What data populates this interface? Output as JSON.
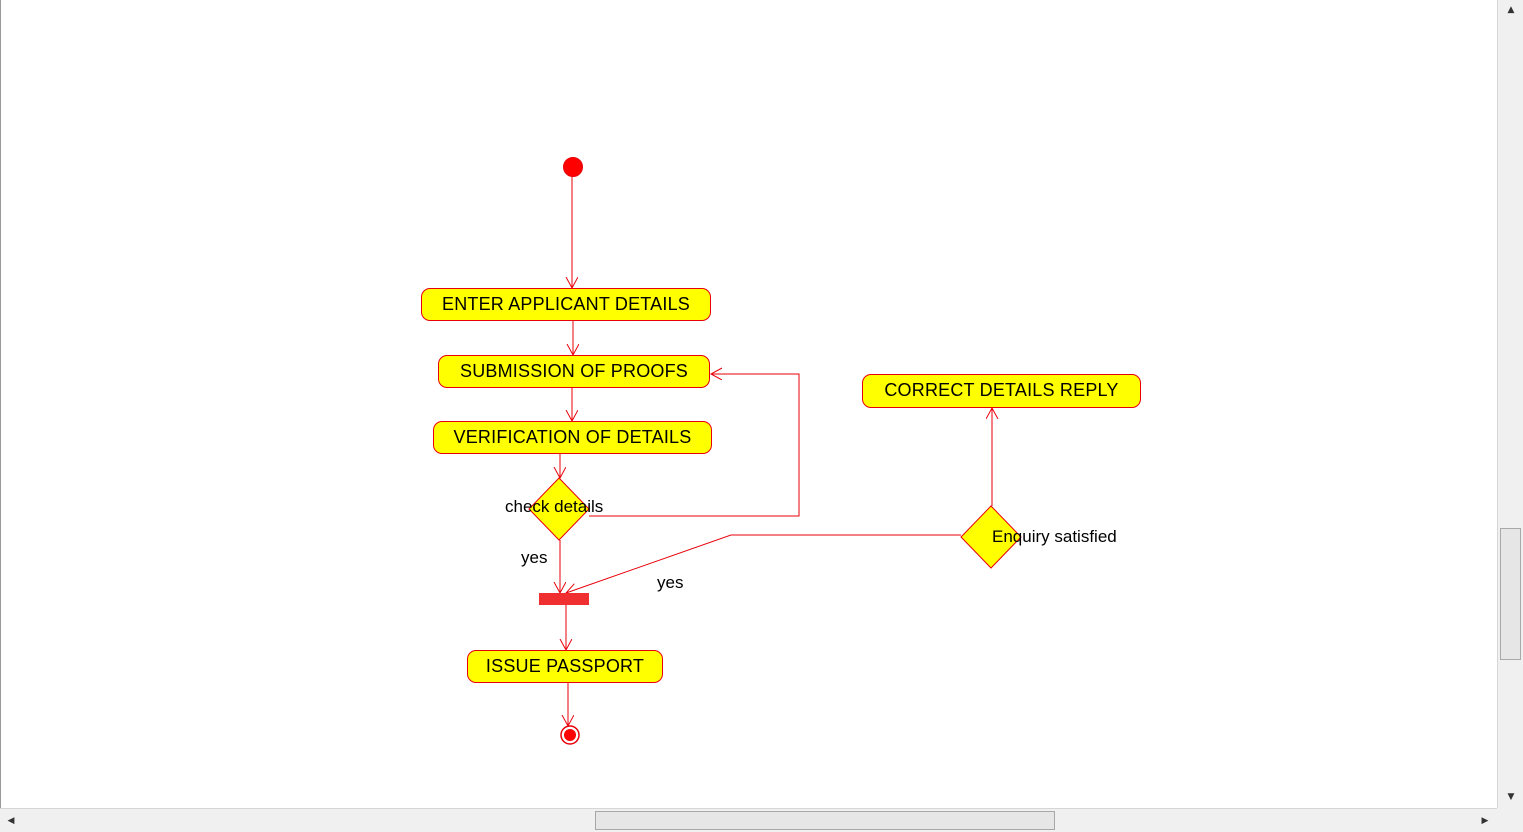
{
  "diagram": {
    "activities": {
      "enter_applicant_details": "ENTER APPLICANT DETAILS",
      "submission_of_proofs": "SUBMISSION OF PROOFS",
      "verification_of_details": "VERIFICATION OF DETAILS",
      "issue_passport": "ISSUE PASSPORT",
      "correct_details_reply": "CORRECT DETAILS REPLY"
    },
    "decisions": {
      "check_details": "check details",
      "enquiry_satisfied": "Enquiry satisfied"
    },
    "guards": {
      "check_yes": "yes",
      "enquiry_yes": "yes"
    }
  },
  "colors": {
    "line": "#e8000a",
    "fill": "#ffff00",
    "node": "#ff0000",
    "fork_bar": "#f03030"
  },
  "scrollbars": {
    "up_icon": "triangle-up-icon",
    "down_icon": "triangle-down-icon",
    "left_icon": "triangle-left-icon",
    "right_icon": "triangle-right-icon"
  }
}
